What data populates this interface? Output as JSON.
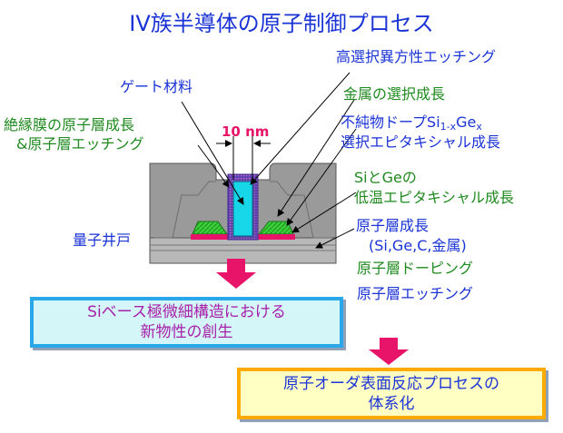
{
  "title": "IV族半導体の原子制御プロセス",
  "labels": {
    "gate_material": "ゲート材料",
    "dielectric_line1": "絶縁膜の原子層成長",
    "dielectric_line2": "&原子層エッチング",
    "dimension": "10 nm",
    "quantum_well": "量子井戸",
    "aniso_etch": "高選択異方性エッチング",
    "metal_growth": "金属の選択成長",
    "doped_prefix": "不純物ドープSi",
    "doped_sub1": "1-x",
    "doped_mid": "Ge",
    "doped_sub2": "x",
    "doped_line2": "選択エピタキシャル成長",
    "sige_line1": "SiとGeの",
    "sige_line2": "低温エピタキシャル成長",
    "ald_line1": "原子層成長",
    "ald_line2": "(Si,Ge,C,金属)",
    "atomic_doping": "原子層ドーピング",
    "atomic_etch": "原子層エッチング"
  },
  "box1": {
    "line1": "Siベース極微細構造における",
    "line2": "新物性の創生"
  },
  "box2": {
    "line1": "原子オーダ表面反応プロセスの",
    "line2": "体系化"
  },
  "colors": {
    "title_blue": "#1a33d6",
    "label_green": "#1f8a1f",
    "arrow_red": "#e8146a",
    "box1_border": "#29a7e8",
    "box1_fill": "#d5f6f9",
    "box1_text": "#a81fa8",
    "box2_border": "#ffaa00",
    "box2_fill": "#ffffc4"
  }
}
